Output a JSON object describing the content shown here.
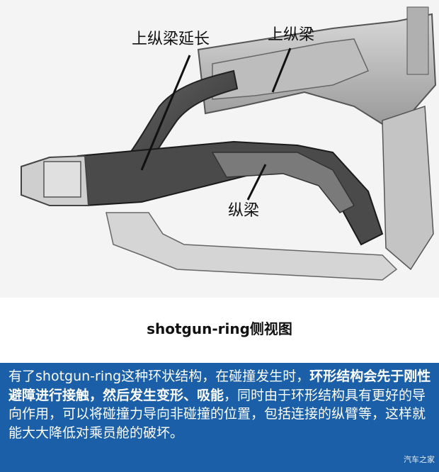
{
  "figure": {
    "labels": {
      "upper_rail_extension": "上纵梁延长",
      "upper_rail": "上纵梁",
      "longitudinal_rail": "纵梁"
    }
  },
  "caption": "shotgun-ring侧视图",
  "description": {
    "part1": "有了shotgun-ring这种环状结构，在碰撞发生时，",
    "bold": "环形结构会先于刚性避障进行接触，然后发生变形、吸能",
    "part2": "，同时由于环形结构具有更好的导向作用，可以将碰撞力导向非碰撞的位置，包括连接的纵臂等，这样就能大大降低对乘员舱的破坏。"
  },
  "watermark": "汽车之家"
}
